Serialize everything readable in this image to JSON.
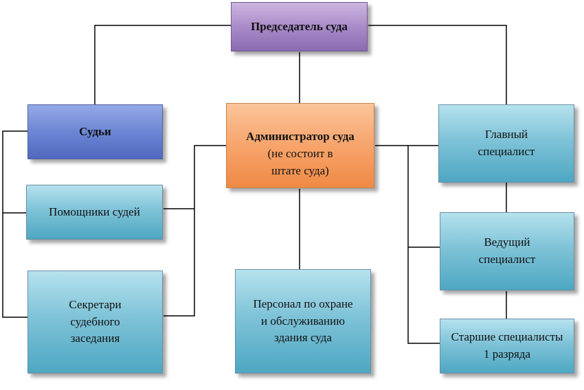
{
  "boxes": {
    "chairman": "Председатель суда",
    "judges": "Судьи",
    "administrator_title": "Администратор суда",
    "administrator_note": "(не состоит в\nштате суда)",
    "chief_specialist": "Главный\nспециалист",
    "assistants": "Помощники судей",
    "secretaries": "Секретари\nсудебного\nзаседания",
    "security_staff": "Персонал по охране\nи обслуживанию\nздания суда",
    "leading_specialist": "Ведущий\nспециалист",
    "senior_specialists": "Старшие специалисты\n1 разряда"
  },
  "colors": {
    "chairman": "#a98bc9",
    "judges": "#6d86d4",
    "administrator": "#f7a46c",
    "staff": "#7fc3d8",
    "connector": "#000000"
  }
}
